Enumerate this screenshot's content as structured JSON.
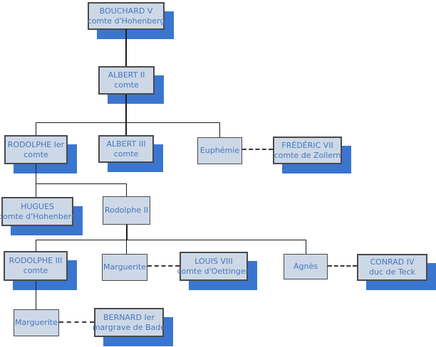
{
  "nodes": [
    {
      "name": "BOUCHARD V",
      "title": "comte d'Hohenberg"
    },
    {
      "name": "ALBERT II",
      "title": "comte"
    },
    {
      "name": "RODOLPHE Ier",
      "title": "comte"
    },
    {
      "name": "ALBERT III",
      "title": "comte"
    },
    {
      "name": "Euphémie"
    },
    {
      "name": "FRÉDÉRIC VII",
      "title": "comte de Zollern"
    },
    {
      "name": "HUGUES",
      "title": "comte d'Hohenberg"
    },
    {
      "name": "Rodolphe II"
    },
    {
      "name": "RODOLPHE III",
      "title": "comte"
    },
    {
      "name": "Marguerite"
    },
    {
      "name": "LOUIS VIII",
      "title": "comte d'Oettingen"
    },
    {
      "name": "Agnès"
    },
    {
      "name": "CONRAD IV",
      "title": "duc de Teck"
    },
    {
      "name": "Marguerite"
    },
    {
      "name": "BERNARD Ier",
      "title": "margrave de Bade"
    }
  ],
  "edges": {
    "descent": [
      "BOUCHARD V > ALBERT II",
      "ALBERT II > RODOLPHE Ier",
      "ALBERT II > ALBERT III",
      "ALBERT II > Euphémie",
      "RODOLPHE Ier > HUGUES",
      "RODOLPHE Ier > Rodolphe II",
      "Rodolphe II > RODOLPHE III",
      "Rodolphe II > Marguerite",
      "Rodolphe II > Agnès",
      "RODOLPHE III > Marguerite (2)"
    ],
    "unions": [
      "Euphémie — FRÉDÉRIC VII",
      "Marguerite — LOUIS VIII",
      "Agnès — CONRAD IV",
      "Marguerite (2) — BERNARD Ier"
    ]
  },
  "colors": {
    "box-fill": "#cdd8e7",
    "box-border": "#4a4a4a",
    "shadow-blue": "#3a76d0",
    "text-blue": "#4676bd",
    "line": "#1c1c1c",
    "background": "#ffffff"
  }
}
